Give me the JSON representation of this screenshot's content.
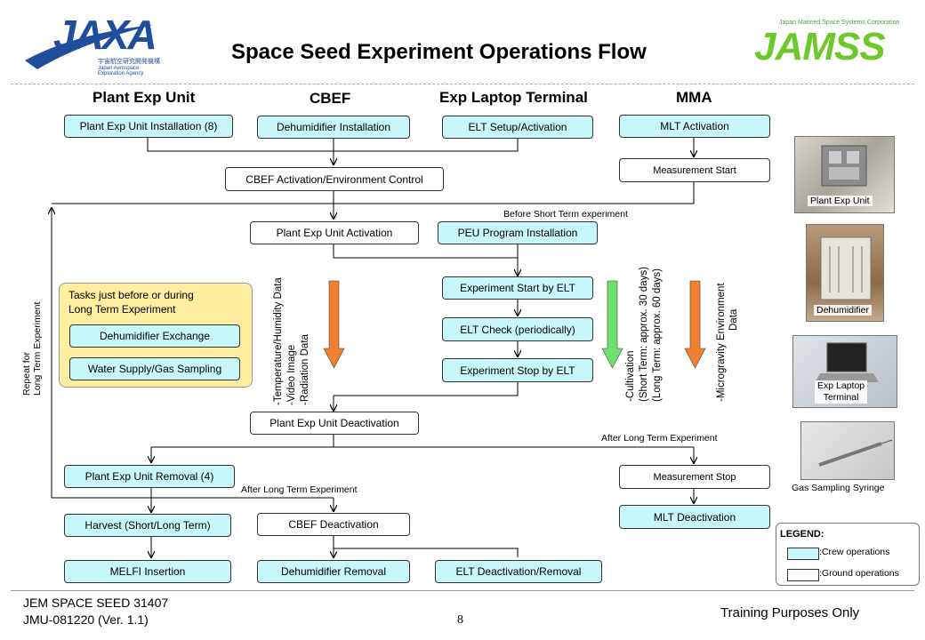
{
  "title": "Space Seed Experiment Operations Flow",
  "logos": {
    "left": "JAXA",
    "left_sub": "宇宙航空研究開発機構",
    "left_sub2": "Japan Aerospace Exploration Agency",
    "right": "JAMSS",
    "right_sub": "Japan Manned Space Systems Corporation"
  },
  "columns": {
    "plant": "Plant Exp Unit",
    "cbef": "CBEF",
    "elt": "Exp Laptop Terminal",
    "mma": "MMA"
  },
  "boxes": {
    "peu_install": "Plant Exp Unit Installation (8)",
    "dehum_install": "Dehumidifier Installation",
    "elt_setup": "ELT Setup/Activation",
    "mlt_activation": "MLT Activation",
    "measurement_start": "Measurement Start",
    "cbef_activation": "CBEF Activation/Environment Control",
    "peu_activation": "Plant Exp Unit Activation",
    "peu_program": "PEU Program Installation",
    "exp_start": "Experiment Start by ELT",
    "elt_check": "ELT Check (periodically)",
    "exp_stop": "Experiment Stop by ELT",
    "dehum_exchange": "Dehumidifier Exchange",
    "water_supply": "Water Supply/Gas Sampling",
    "peu_deactivation": "Plant Exp Unit Deactivation",
    "peu_removal": "Plant Exp Unit Removal (4)",
    "measurement_stop": "Measurement Stop",
    "harvest": "Harvest (Short/Long Term)",
    "cbef_deactivation": "CBEF Deactivation",
    "mlt_deactivation": "MLT Deactivation",
    "melfi": "MELFI Insertion",
    "dehum_removal": "Dehumidifier Removal",
    "elt_deact": "ELT Deactivation/Removal"
  },
  "notes": {
    "before_short": "Before Short Term experiment",
    "tasks_line1": "Tasks just before or during",
    "tasks_line2": "Long Term  Experiment",
    "after_long_1": "After Long Term Experiment",
    "after_long_2": "After Long Term Experiment",
    "repeat_line1": "Repeat for",
    "repeat_line2": "Long Term Experiment",
    "data1_l1": "-Temperature/Humidity  Data",
    "data1_l2": "-Video Image",
    "data1_l3": "-Radiation Data",
    "cult_l1": "-Cultivation",
    "cult_l2": "(Short Term:  approx. 30 days)",
    "cult_l3": "(Long Term:  approx. 60 days)",
    "micro_l1": "-Microgravity  Environment",
    "micro_l2": "Data"
  },
  "photos": {
    "p1": "Plant Exp Unit",
    "p2": "Dehumidifier",
    "p3_l1": "Exp Laptop",
    "p3_l2": "Terminal",
    "p4": "Gas Sampling Syringe"
  },
  "legend": {
    "title": "LEGEND:",
    "crew": ":Crew operations",
    "ground": ":Ground operations"
  },
  "footer": {
    "doc": "JEM SPACE SEED 31407",
    "ver": "JMU-081220 (Ver. 1.1)",
    "page": "8",
    "right": "Training Purposes Only"
  },
  "colors": {
    "crew": "#c8f7fb",
    "orange_arrow": "#f08030",
    "green_arrow": "#6ee06e",
    "tasks_bg": "#ffeea0"
  }
}
